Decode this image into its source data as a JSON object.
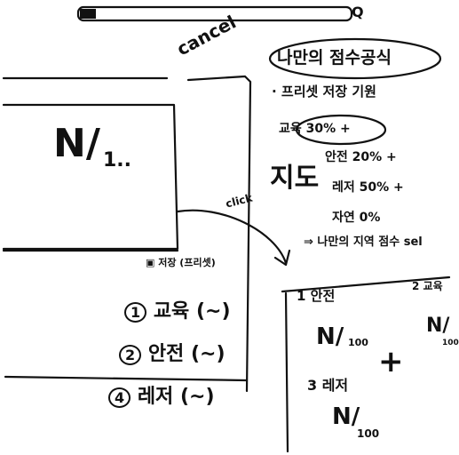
{
  "search": {
    "query": "",
    "icon": "search-icon"
  },
  "screen": {
    "ratio_numerator": "N/",
    "ratio_denominator": "1..",
    "cancel_label": "cancel",
    "click_label": "click",
    "map_label": "지도"
  },
  "save": {
    "label": "저장 (프리셋)"
  },
  "menu": [
    {
      "number": "1",
      "label": "교육 (~)"
    },
    {
      "number": "2",
      "label": "안전 (~)"
    },
    {
      "number": "4",
      "label": "레저 (~)"
    }
  ],
  "notes": {
    "title": "나만의 점수공식",
    "preset": "· 프리셋 저장 기원",
    "education": "교육 30% +",
    "safety": "안전 20% +",
    "leisure": "레저 50% +",
    "nature": "자연 0%",
    "result": "⇒ 나만의 지역 점수 sel"
  },
  "panel": {
    "item_1": "1 안전",
    "item_2": "2 교육",
    "item_3": "3 레저",
    "fraction_1_num": "N/",
    "fraction_1_den": "100",
    "fraction_2_num": "N/",
    "fraction_2_den": "100",
    "fraction_3_num": "N/",
    "fraction_3_den": "100",
    "operator": "+"
  }
}
